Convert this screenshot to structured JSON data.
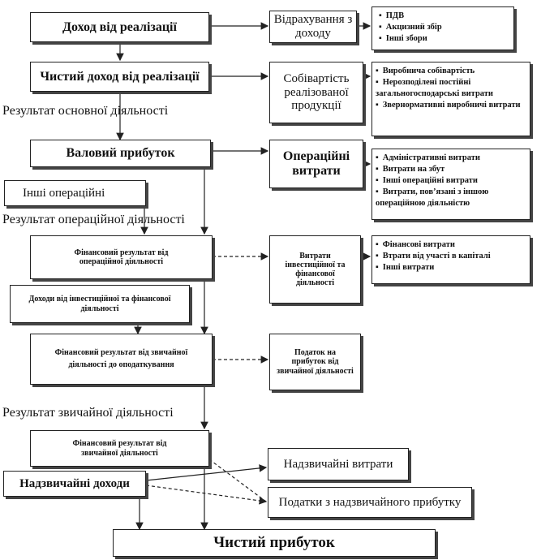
{
  "left_boxes": {
    "revenue": "Доход від реалізації",
    "net_revenue": "Чистий доход від реалізації",
    "gross_profit": "Валовий прибуток",
    "other_operating": "Інші операційні",
    "fin_result_operating": "Фінансовий результат від операційної діяльності",
    "income_invest_fin": "Доходи від інвестиційної та фінансової діяльності",
    "fin_result_ordinary_pretax": "Фінансовий результат від звичайної діяльності до оподаткування",
    "fin_result_ordinary": "Фінансовий результат від звичайної діяльності",
    "extraordinary_income": "Надзвичайні доходи",
    "net_profit": "Чистий прибуток"
  },
  "section_labels": {
    "main_activity": "Результат основної діяльності",
    "operating_activity": "Результат операційної діяльності",
    "ordinary_activity": "Результат звичайної діяльності"
  },
  "middle_boxes": {
    "deductions": "Відрахування з доходу",
    "cost_of_sales": "Собівартість реалізованої продукції",
    "operating_expenses": "Операційні витрати",
    "invest_fin_expenses": "Витрати інвестиційної та фінансової діяльності",
    "profit_tax": "Податок на прибуток від звичайної діяльності",
    "extraordinary_expenses": "Надзвичайні витрати",
    "extraordinary_taxes": "Податки з надзвичайного прибутку"
  },
  "lists": {
    "deductions_items": [
      "ПДВ",
      "Акцизний збір",
      "Інші збори"
    ],
    "cost_items": [
      "Виробнича собівартість",
      "Нерозподілені постійні загальногосподарські витрати",
      "Звернормативні виробничі витрати"
    ],
    "operating_items": [
      "Адміністративні витрати",
      "Витрати на збут",
      "Інші операційні витрати",
      "Витрати, пов’язані з іншою операційною діяльністю"
    ],
    "invest_items": [
      "Фінансові витрати",
      "Втрати від участі в капіталі",
      "Інші витрати"
    ]
  }
}
